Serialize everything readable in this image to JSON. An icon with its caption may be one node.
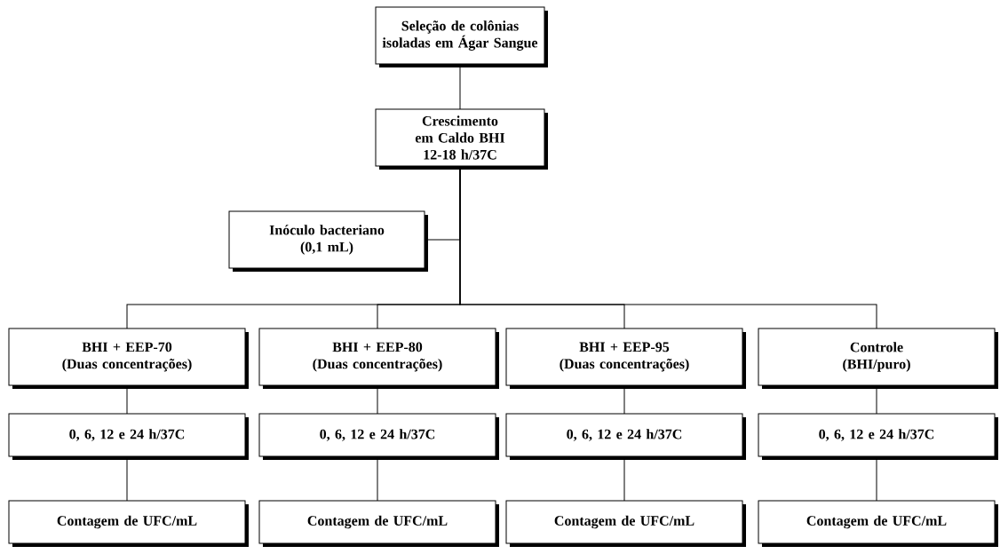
{
  "diagram": {
    "nodes": [
      {
        "text": [
          "Seleção de colônias isoladas em Ágar Sangue"
        ]
      },
      {
        "text": [
          "Crescimento em Caldo BHI",
          "12-18 h/37C"
        ]
      },
      {
        "text": [
          "Inóculo bacteriano",
          "(0,1 mL)"
        ]
      },
      {
        "text": [
          "BHI + EEP-70",
          "(Duas concentrações)"
        ]
      },
      {
        "text": [
          "BHI + EEP-80",
          "(Duas concentrações)"
        ]
      },
      {
        "text": [
          "BHI + EEP-95",
          "(Duas concentrações)"
        ]
      },
      {
        "text": [
          "Controle",
          "(BHI/puro)"
        ]
      },
      {
        "text": [
          "0, 6, 12 e 24 h/37C"
        ]
      },
      {
        "text": [
          "0, 6, 12 e 24 h/37C"
        ]
      },
      {
        "text": [
          "0, 6, 12 e 24 h/37C"
        ]
      },
      {
        "text": [
          "0, 6, 12 e 24 h/37C"
        ]
      },
      {
        "text": [
          "Contagem de UFC/mL"
        ]
      },
      {
        "text": [
          "Contagem de UFC/mL"
        ]
      },
      {
        "text": [
          "Contagem de UFC/mL"
        ]
      },
      {
        "text": [
          "Contagem de UFC/mL"
        ]
      }
    ],
    "edges": [
      {
        "from": 0,
        "to": 1,
        "arrow": "none"
      },
      {
        "from": 1,
        "to": 2,
        "arrow": "none"
      },
      {
        "from": 1,
        "to": 3,
        "arrow": "none"
      },
      {
        "from": 1,
        "to": 4,
        "arrow": "none"
      },
      {
        "from": 1,
        "to": 5,
        "arrow": "none"
      },
      {
        "from": 1,
        "to": 6,
        "arrow": "none"
      },
      {
        "from": 3,
        "to": 7,
        "arrow": "none"
      },
      {
        "from": 4,
        "to": 8,
        "arrow": "none"
      },
      {
        "from": 5,
        "to": 9,
        "arrow": "none"
      },
      {
        "from": 6,
        "to": 10,
        "arrow": "none"
      },
      {
        "from": 7,
        "to": 11,
        "arrow": "none"
      },
      {
        "from": 8,
        "to": 12,
        "arrow": "none"
      },
      {
        "from": 9,
        "to": 13,
        "arrow": "none"
      },
      {
        "from": 10,
        "to": 14,
        "arrow": "none"
      }
    ]
  }
}
